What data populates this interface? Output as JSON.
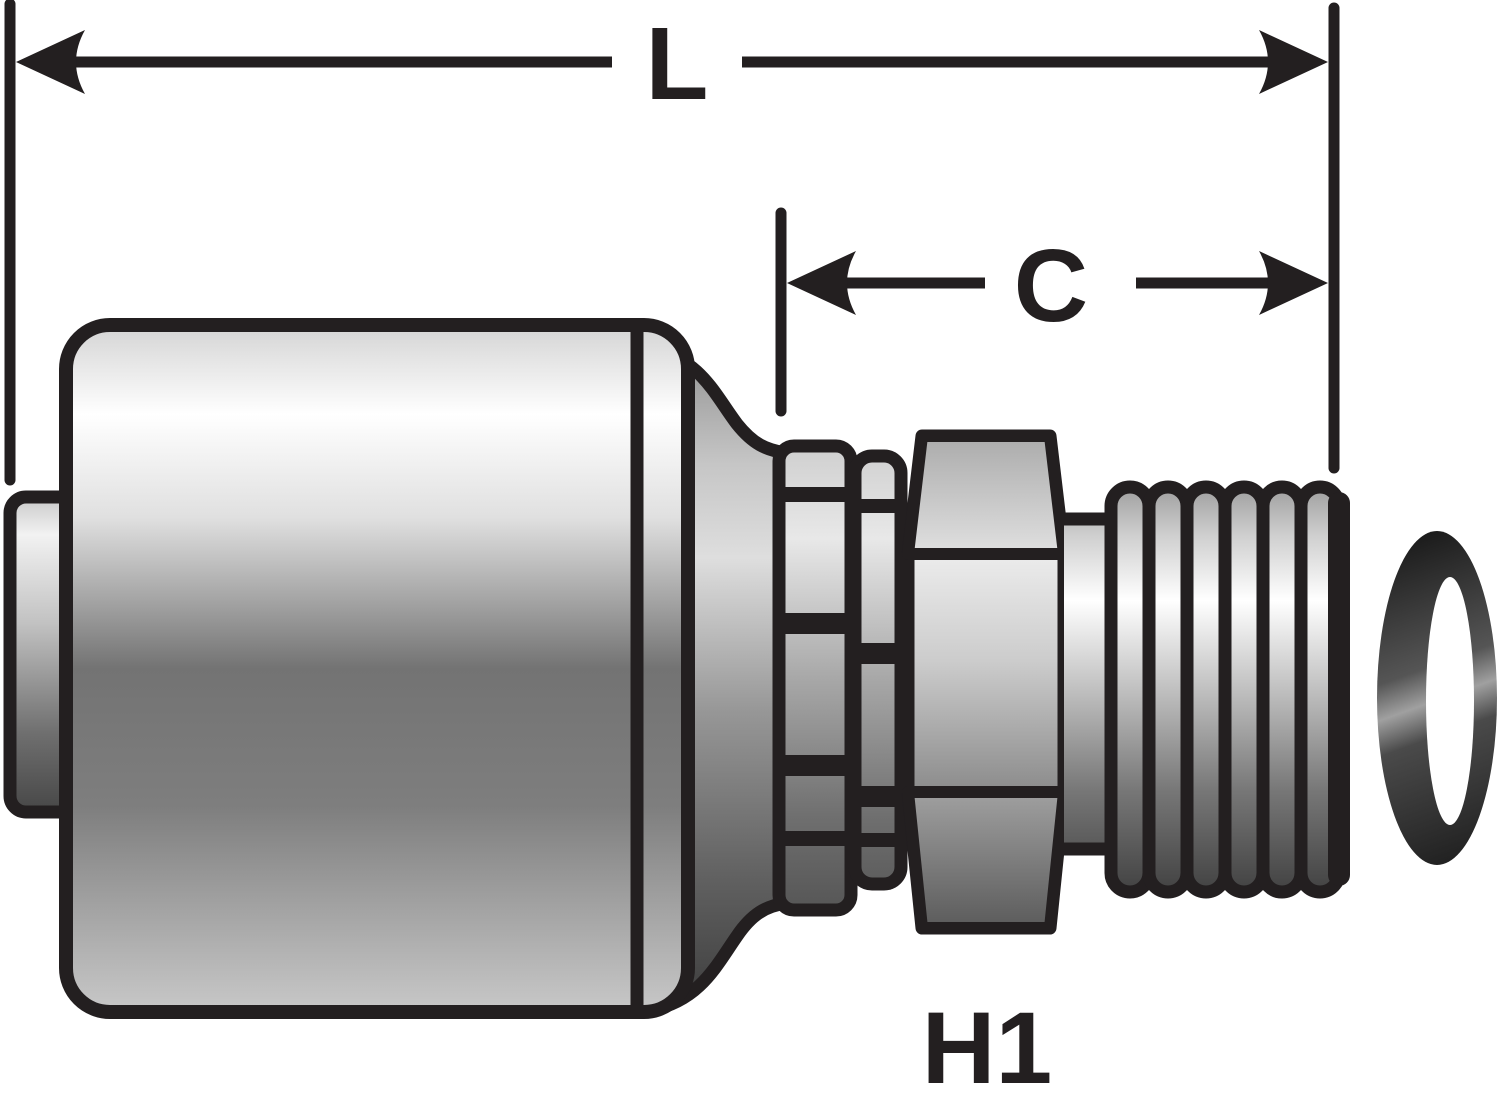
{
  "diagram": {
    "labels": {
      "overall_length": "L",
      "cutoff_length": "C",
      "part_code": "H1"
    },
    "colors": {
      "ink": "#231f20",
      "background": "#ffffff",
      "metal_highlight": "#ffffff",
      "metal_mid": "#9a9a9a",
      "metal_dark": "#4a4a4a"
    }
  }
}
